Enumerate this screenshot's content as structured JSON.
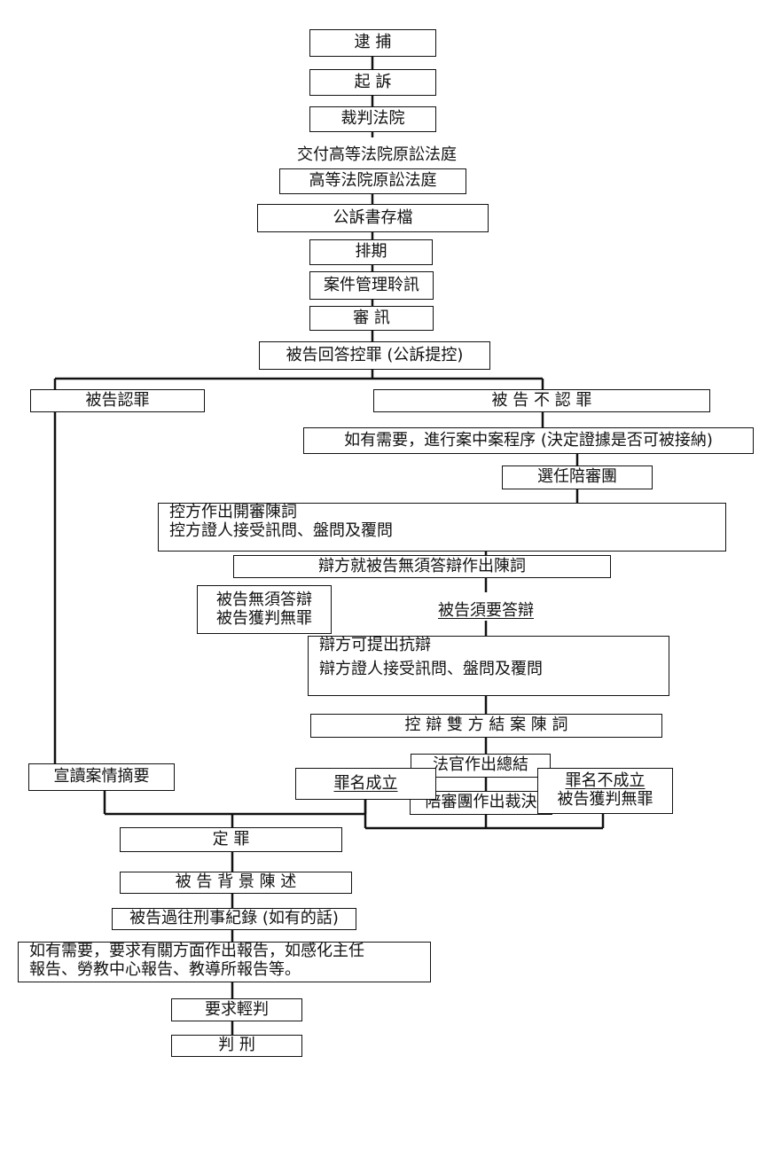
{
  "steps": {
    "arrest": "逮 捕",
    "prosecution": "起 訴",
    "trial_court": "裁判法院",
    "transfer_label": "交付高等法院原訟法庭",
    "high_court": "高等法院原訟法庭",
    "indictment_filed": "公訴書存檔",
    "listing": "排期",
    "case_management": "案件管理聆訊",
    "trial": "審 訊",
    "plea": "被告回答控罪 (公訴提控)",
    "guilty_plea": "被告認罪",
    "not_guilty_plea": "被 告 不 認 罪",
    "pretrial_procedure": "如有需要，進行案中案程序 (決定證據是否可被接納)",
    "jury_selection": "選任陪審團",
    "prosecution_case_line1": "控方作出開審陳詞",
    "prosecution_case_line2": "控方證人接受訊問、盤問及覆問",
    "no_case_submission": "辯方就被告無須答辯作出陳詞",
    "no_case_line1": "被告無須答辯",
    "no_case_line2": "被告獲判無罪",
    "case_to_answer": "被告須要答辯",
    "defence_case_line1": "辯方可提出抗辯",
    "defence_case_line2": "辯方證人接受訊問、盤問及覆問",
    "closing_speeches": "控 辯 雙 方 結 案 陳 詞",
    "summing_up": "法官作出總結",
    "jury_verdict": "陪審團作出裁決",
    "facts_summary": "宣讀案情摘要",
    "guilty_verdict": "罪名成立",
    "not_guilty_line1": "罪名不成立",
    "not_guilty_line2": "被告獲判無罪",
    "conviction": "定 罪",
    "background": "被 告 背 景 陳 述",
    "criminal_record": "被告過往刑事紀錄 (如有的話)",
    "reports_line1": "如有需要，要求有關方面作出報告，如感化主任",
    "reports_line2": "報告、勞教中心報告、教導所報告等。",
    "mitigation": "要求輕判",
    "sentence": "判 刑"
  }
}
